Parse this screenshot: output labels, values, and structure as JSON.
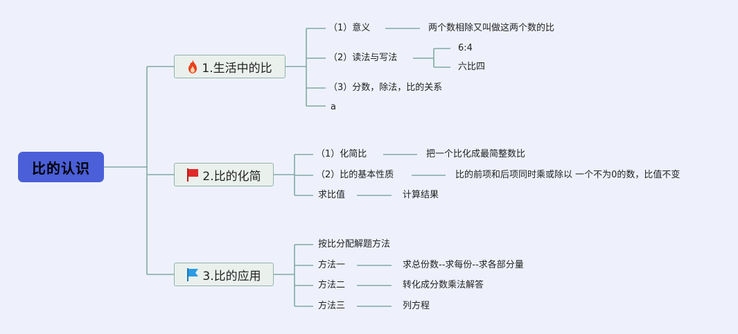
{
  "root": {
    "label": "比的认识"
  },
  "topics": [
    {
      "label": "1.生活中的比",
      "icon": "fire-icon"
    },
    {
      "label": "2.比的化简",
      "icon": "red-flag-icon"
    },
    {
      "label": "3.比的应用",
      "icon": "blue-flag-icon"
    }
  ],
  "branch1": {
    "meaning": {
      "label": "（1）意义",
      "detail": "两个数相除又叫做这两个数的比"
    },
    "read_write": {
      "label": "（2）读法与写法",
      "examples": [
        "6:4",
        "六比四"
      ]
    },
    "relation": {
      "label": "（3）分数，除法，比的关系"
    },
    "extra": {
      "label": "a"
    }
  },
  "branch2": {
    "simplify": {
      "label": "（1）化简比",
      "detail": "把一个比化成最简整数比"
    },
    "property": {
      "label": "（2）比的基本性质",
      "detail": "比的前项和后项同时乘或除以 一个不为0的数，比值不变"
    },
    "ratio_value": {
      "label": "求比值",
      "detail": "计算结果"
    }
  },
  "branch3": {
    "title": {
      "label": "按比分配解题方法"
    },
    "method1": {
      "label": "方法一",
      "detail": "求总份数--求每份--求各部分量"
    },
    "method2": {
      "label": "方法二",
      "detail": "转化成分数乘法解答"
    },
    "method3": {
      "label": "方法三",
      "detail": "列方程"
    }
  },
  "colors": {
    "root": "#4a5fd8",
    "line": "#7fa9a6",
    "topic_border": "#8fb1ad",
    "background": "#eef1fb"
  }
}
